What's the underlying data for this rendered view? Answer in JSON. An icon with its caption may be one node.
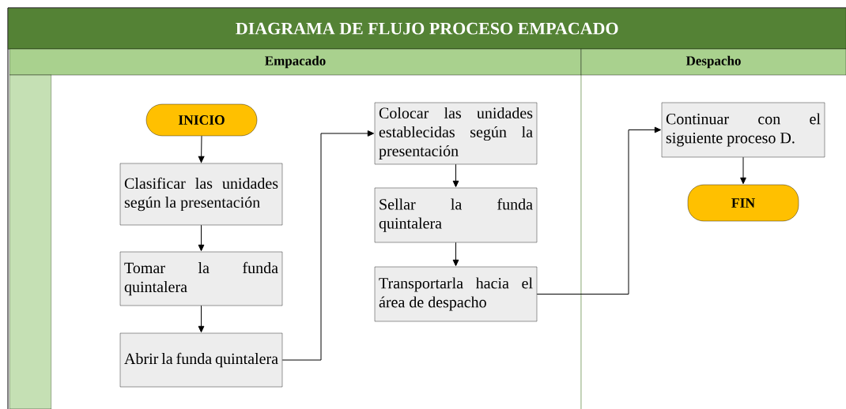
{
  "diagram": {
    "title": "DIAGRAMA DE FLUJO PROCESO EMPACADO",
    "nodes": [
      {
        "text": [
          "Empacado"
        ]
      },
      {
        "text": [
          "Despacho"
        ]
      },
      {
        "text": [],
        "shape": "band"
      },
      {
        "text": [
          "INICIO"
        ]
      },
      {
        "text": [
          "Clasificar las unidades según la presentación"
        ]
      },
      {
        "text": [
          "Tomar la funda quintalera"
        ]
      },
      {
        "text": [
          "Abrir la funda quintalera"
        ]
      },
      {
        "text": [
          "Colocar las unidades establecidas según la presentación"
        ]
      },
      {
        "text": [
          "Sellar la funda quintalera"
        ]
      },
      {
        "text": [
          "Transportarla hacia el área de despacho"
        ]
      },
      {
        "text": [
          "Continuar con el siguiente proceso D."
        ]
      },
      {
        "text": [
          "FIN"
        ]
      }
    ],
    "edges": [
      {
        "from": 3,
        "to": 4,
        "arrow": "to"
      },
      {
        "from": 4,
        "to": 5,
        "arrow": "to"
      },
      {
        "from": 5,
        "to": 6,
        "arrow": "to"
      },
      {
        "from": 6,
        "to": 7,
        "arrow": "to"
      },
      {
        "from": 7,
        "to": 8,
        "arrow": "to"
      },
      {
        "from": 8,
        "to": 9,
        "arrow": "to"
      },
      {
        "from": 9,
        "to": 10,
        "arrow": "to"
      },
      {
        "from": 10,
        "to": 11,
        "arrow": "to"
      }
    ]
  }
}
